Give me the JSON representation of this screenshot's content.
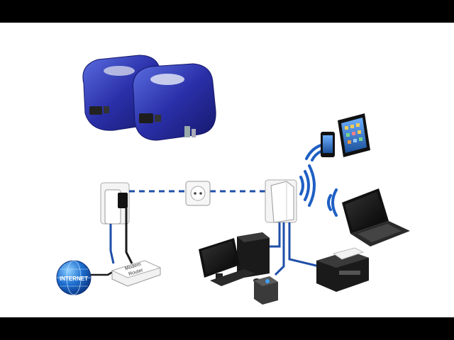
{
  "internet_globe": {
    "label": "INTERNET"
  },
  "modem_router": {
    "label_line1": "Modem",
    "label_line2": "Router"
  },
  "colors": {
    "cable_blue": "#1f4fa8",
    "cable_black": "#1a1a1a",
    "adapter_blue": "#2a2fa8",
    "wifi_blue": "#1e5fc4",
    "background": "#ffffff",
    "letterbox": "#000000"
  },
  "icons": [
    "powerline-adapter-pair-icon",
    "wall-socket-icon",
    "wifi-signal-icon",
    "desktop-pc-icon",
    "laptop-icon",
    "tablet-icon",
    "smartphone-icon",
    "printer-icon",
    "storage-box-icon",
    "internet-globe-icon",
    "modem-router-icon"
  ]
}
